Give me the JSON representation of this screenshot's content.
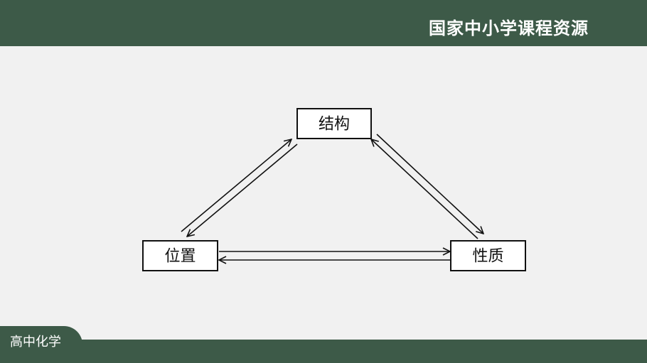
{
  "header": {
    "brand": "国家中小学课程资源"
  },
  "footer": {
    "subject": "高中化学"
  },
  "diagram": {
    "nodes": {
      "structure": "结构",
      "position": "位置",
      "property": "性质"
    },
    "edges": [
      {
        "from": "position",
        "to": "structure"
      },
      {
        "from": "structure",
        "to": "position"
      },
      {
        "from": "structure",
        "to": "property"
      },
      {
        "from": "property",
        "to": "structure"
      },
      {
        "from": "position",
        "to": "property"
      },
      {
        "from": "property",
        "to": "position"
      }
    ]
  },
  "colors": {
    "bar": "#3d5a48",
    "background": "#f1f1f1",
    "stroke": "#111111"
  }
}
